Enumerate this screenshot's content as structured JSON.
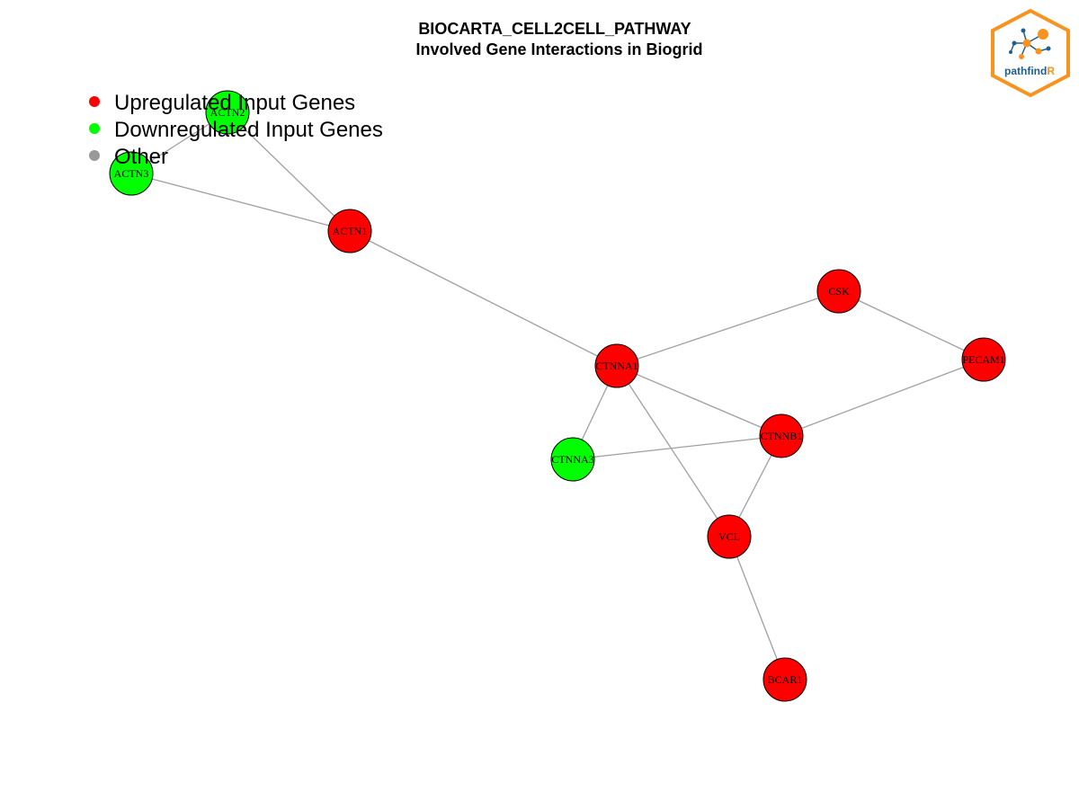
{
  "title": {
    "line1": "BIOCARTA_CELL2CELL_PATHWAY",
    "line2": "Involved Gene Interactions in Biogrid"
  },
  "colors": {
    "upregulated": "#ff0000",
    "downregulated": "#00ff00",
    "other": "#999999",
    "edge": "#a0a0a0",
    "logo_orange": "#f7931e",
    "logo_blue": "#1f5f8b"
  },
  "legend": {
    "items": [
      {
        "label": "Upregulated Input Genes",
        "color": "#ff0000"
      },
      {
        "label": "Downregulated Input Genes",
        "color": "#00ff00"
      },
      {
        "label": "Other",
        "color": "#999999"
      }
    ]
  },
  "logo": {
    "text_main": "pathfind",
    "text_accent": "R",
    "icon": "network-hexagon-logo"
  },
  "network": {
    "nodes": [
      {
        "id": "ACTN2",
        "label": "ACTN2",
        "status": "down"
      },
      {
        "id": "ACTN3",
        "label": "ACTN3",
        "status": "down"
      },
      {
        "id": "ACTN1",
        "label": "ACTN1",
        "status": "up"
      },
      {
        "id": "CSK",
        "label": "CSK",
        "status": "up"
      },
      {
        "id": "CTNNA1",
        "label": "CTNNA1",
        "status": "up"
      },
      {
        "id": "PECAM1",
        "label": "PECAM1",
        "status": "up"
      },
      {
        "id": "CTNNB1",
        "label": "CTNNB1",
        "status": "up"
      },
      {
        "id": "CTNNA3",
        "label": "CTNNA3",
        "status": "down"
      },
      {
        "id": "VCL",
        "label": "VCL",
        "status": "up"
      },
      {
        "id": "BCAR1",
        "label": "BCAR1",
        "status": "up"
      }
    ],
    "edges": [
      [
        "ACTN2",
        "ACTN3"
      ],
      [
        "ACTN2",
        "ACTN1"
      ],
      [
        "ACTN3",
        "ACTN1"
      ],
      [
        "ACTN1",
        "CTNNA1"
      ],
      [
        "CTNNA1",
        "CSK"
      ],
      [
        "CSK",
        "PECAM1"
      ],
      [
        "PECAM1",
        "CTNNB1"
      ],
      [
        "CTNNA1",
        "CTNNB1"
      ],
      [
        "CTNNA1",
        "CTNNA3"
      ],
      [
        "CTNNA1",
        "VCL"
      ],
      [
        "CTNNA3",
        "CTNNB1"
      ],
      [
        "CTNNB1",
        "VCL"
      ],
      [
        "VCL",
        "BCAR1"
      ]
    ]
  }
}
